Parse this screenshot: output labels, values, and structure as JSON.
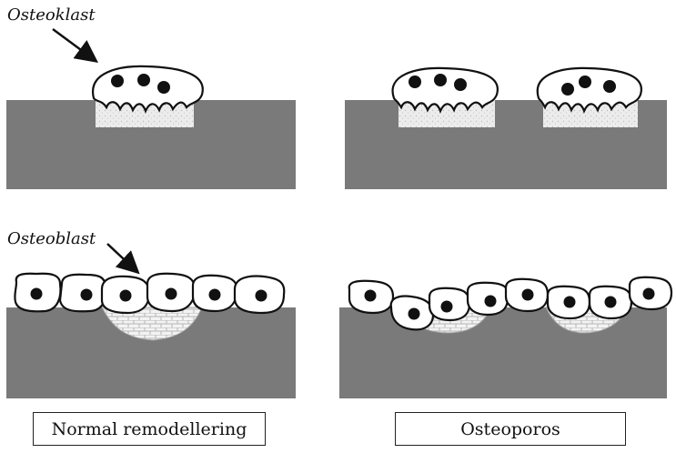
{
  "labels": {
    "osteoclast": "Osteoklast",
    "osteoblast": "Osteoblast"
  },
  "captions": {
    "left": "Normal remodellering",
    "right": "Osteoporos"
  },
  "colors": {
    "bone": "#7a7a7a",
    "resorption_pit": "#e8e8e8",
    "cell_outline": "#111111",
    "cell_fill": "#ffffff",
    "nucleus": "#111111"
  }
}
